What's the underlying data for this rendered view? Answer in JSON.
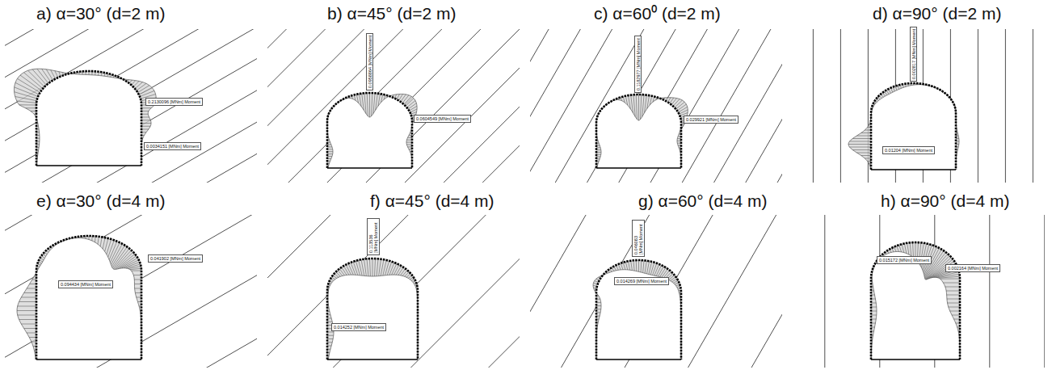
{
  "diagram": {
    "nodes": [
      {
        "text": [
          "0.2130096 [MNm] Moment"
        ]
      },
      {
        "text": [
          "0.0034151 [MNm] Moment"
        ]
      },
      {
        "text": [
          "0.0958864 [MNm] Moment"
        ]
      },
      {
        "text": [
          "0.0604549 [MNm] Moment"
        ]
      },
      {
        "text": [
          "0.1182977 [MNm] Moment"
        ]
      },
      {
        "text": [
          "0.029921 [MNm] Moment"
        ]
      },
      {
        "text": [
          "0.002817 [MNm] Moment"
        ]
      },
      {
        "text": [
          "0.01204 [MNm] Moment"
        ]
      },
      {
        "text": [
          "0.094434 [MNm] Moment"
        ]
      },
      {
        "text": [
          "0.041902 [MNm] Moment"
        ]
      },
      {
        "text": [
          "0.113536 [MNm] Moment"
        ]
      },
      {
        "text": [
          "0.014252 [MNm] Moment"
        ]
      },
      {
        "text": [
          "0.046083 [MNm] Moment"
        ]
      },
      {
        "text": [
          "0.014269 [MNm] Moment"
        ]
      },
      {
        "text": [
          "0.015172 [MNm] Moment"
        ]
      },
      {
        "text": [
          "0.002164 [MNm] Moment"
        ]
      }
    ],
    "labels": [
      "a) α=30° (d=2 m)",
      "b) α=45° (d=2 m)",
      "c) α=60⁰ (d=2 m)",
      "d) α=90° (d=2 m)",
      "e) α=30° (d=4 m)",
      "f) α=45° (d=4 m)",
      "g) α=60° (d=4 m)",
      "h) α=90° (d=4 m)"
    ]
  }
}
